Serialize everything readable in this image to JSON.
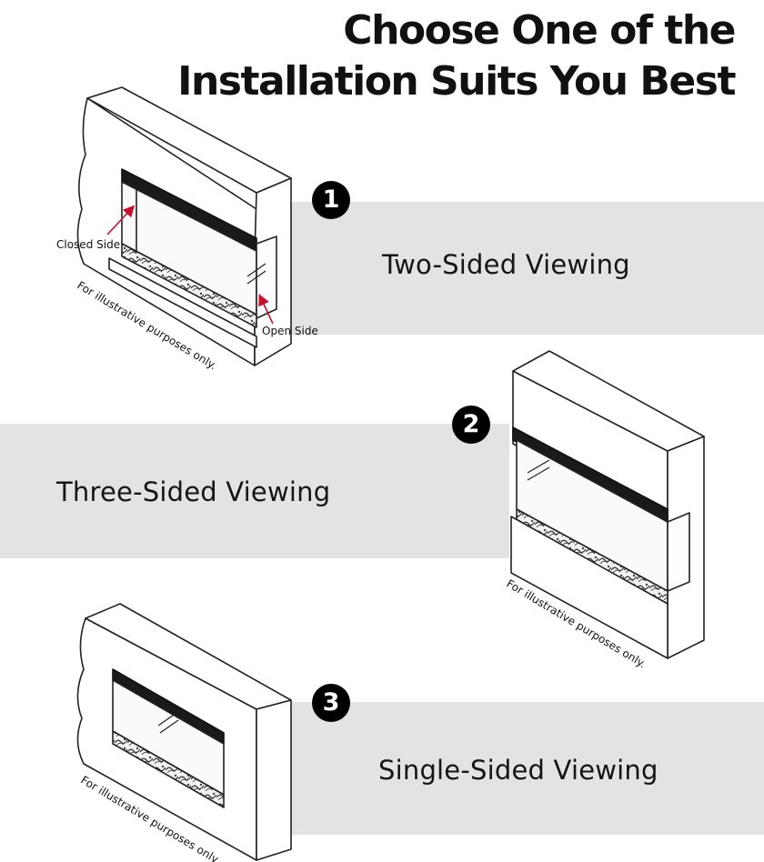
{
  "header": {
    "title_line1": "Choose One of the",
    "title_line2": "Installation Suits You Best"
  },
  "options": [
    {
      "number": "1",
      "label": "Two-Sided Viewing"
    },
    {
      "number": "2",
      "label": "Three-Sided Viewing"
    },
    {
      "number": "3",
      "label": "Single-Sided Viewing"
    }
  ],
  "annotations": {
    "closed_side": "Closed Side",
    "open_side": "Open Side",
    "disclaimer": "For illustrative purposes only."
  },
  "colors": {
    "band": "#e3e3e3",
    "badge": "#000000",
    "arrow": "#c8102e",
    "line": "#222222"
  }
}
